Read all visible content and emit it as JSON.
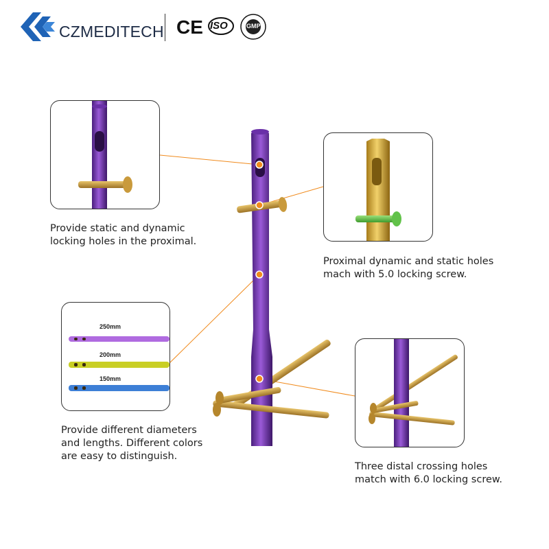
{
  "header": {
    "brand_name": "CZMEDITECH",
    "certifications": [
      "CE",
      "ISO",
      "GMP"
    ]
  },
  "features": [
    {
      "lines": [
        "Provide static and dynamic",
        "locking holes in the proximal."
      ]
    },
    {
      "lines": [
        "Proximal dynamic and static holes",
        "mach with 5.0 locking screw."
      ]
    },
    {
      "lines": [
        "Provide different diameters",
        "and lengths. Different colors",
        "are easy to distinguish."
      ]
    },
    {
      "lines": [
        "Three distal crossing holes",
        "match with 6.0 locking screw."
      ]
    }
  ],
  "nail_lengths": [
    "250mm",
    "200mm",
    "150mm"
  ],
  "colors": {
    "brand_blue": "#1f63b6",
    "nail_purple": "#7b3bb6",
    "nail_gold": "#d8b43a",
    "nail_yellow": "#c9cf25",
    "nail_blue": "#3d7fd6",
    "screw_gold": "#c99a3c",
    "screw_green": "#62c24a",
    "callout_orange": "#f08a1c"
  }
}
